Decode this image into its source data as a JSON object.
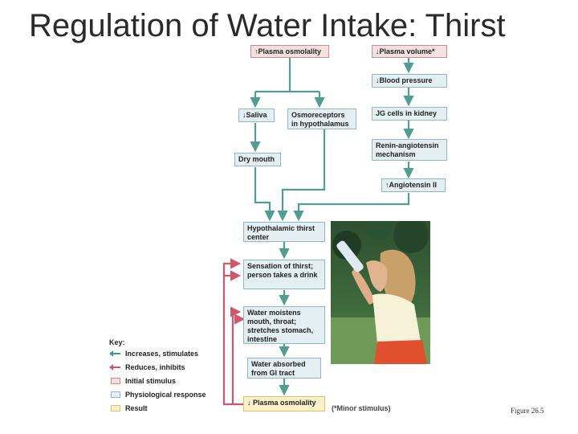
{
  "title": "Regulation of Water Intake: Thirst",
  "boxes": {
    "plasma_osmolality": "↑Plasma osmolality",
    "plasma_volume": "↓Plasma volume*",
    "blood_pressure": "↓Blood pressure",
    "saliva": "↓Saliva",
    "osmoreceptors": "Osmoreceptors in hypothalamus",
    "jg_cells": "JG cells in kidney",
    "renin": "Renin-angiotensin mechanism",
    "dry_mouth": "Dry mouth",
    "angiotensin": "↑Angiotensin II",
    "thirst_center": "Hypothalamic thirst center",
    "sensation": "Sensation of thirst; person takes a drink",
    "water_moistens": "Water moistens mouth, throat; stretches stomach, intestine",
    "water_absorbed": "Water absorbed from GI tract",
    "plasma_osmolality_down": "↓ Plasma osmolality"
  },
  "key": {
    "heading": "Key:",
    "items": [
      {
        "label": "Increases, stimulates",
        "color": "#3f9b8f"
      },
      {
        "label": "Reduces, inhibits",
        "color": "#d2566b"
      },
      {
        "label": "Initial stimulus",
        "color": "#f4e1e0"
      },
      {
        "label": "Physiological response",
        "color": "#e3eff2"
      },
      {
        "label": "Result",
        "color": "#fbf2c9"
      }
    ]
  },
  "minor_stimulus_note": "(*Minor stimulus)",
  "figure_label": "Figure 26.5"
}
